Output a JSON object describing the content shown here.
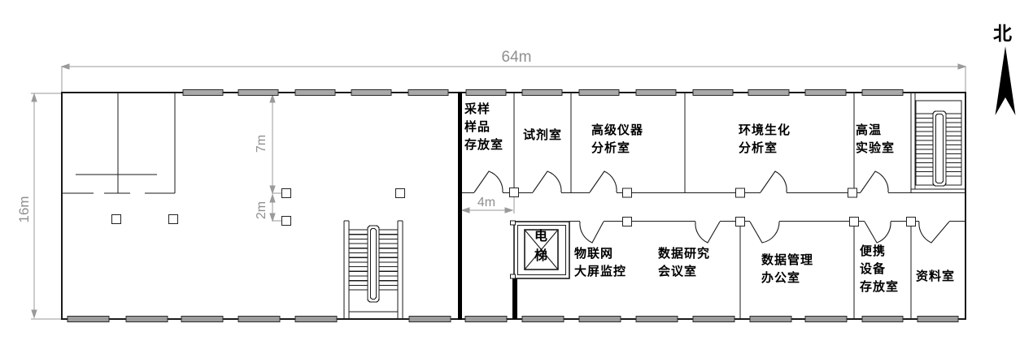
{
  "compass": {
    "label": "北"
  },
  "dimensions": {
    "building_width": "64m",
    "building_depth": "16m",
    "room_depth": "7m",
    "corridor_width": "2m",
    "first_room_width": "4m"
  },
  "rooms": [
    {
      "name": "sampling-sample-storage",
      "label": "采样\n样品\n存放室"
    },
    {
      "name": "reagent-room",
      "label": "试剂室"
    },
    {
      "name": "advanced-instrument-analysis",
      "label": "高级仪器\n分析室"
    },
    {
      "name": "environmental-biochemical-analysis",
      "label": "环境生化\n分析室"
    },
    {
      "name": "high-temperature-lab",
      "label": "高温\n实验室"
    },
    {
      "name": "iot-big-screen-monitoring",
      "label": "物联网\n大屏监控"
    },
    {
      "name": "data-research-meeting-room",
      "label": "数据研究\n会议室"
    },
    {
      "name": "data-management-office",
      "label": "数据管理\n办公室"
    },
    {
      "name": "portable-equipment-storage",
      "label": "便携\n设备\n存放室"
    },
    {
      "name": "archive-room",
      "label": "资料室"
    }
  ],
  "elevator": {
    "label": "电\n梯"
  },
  "colors": {
    "line": "#1a1a1a",
    "dimension": "#8f8f8f",
    "window_fill": "#a9a9a9",
    "solid_wall": "#000000"
  }
}
